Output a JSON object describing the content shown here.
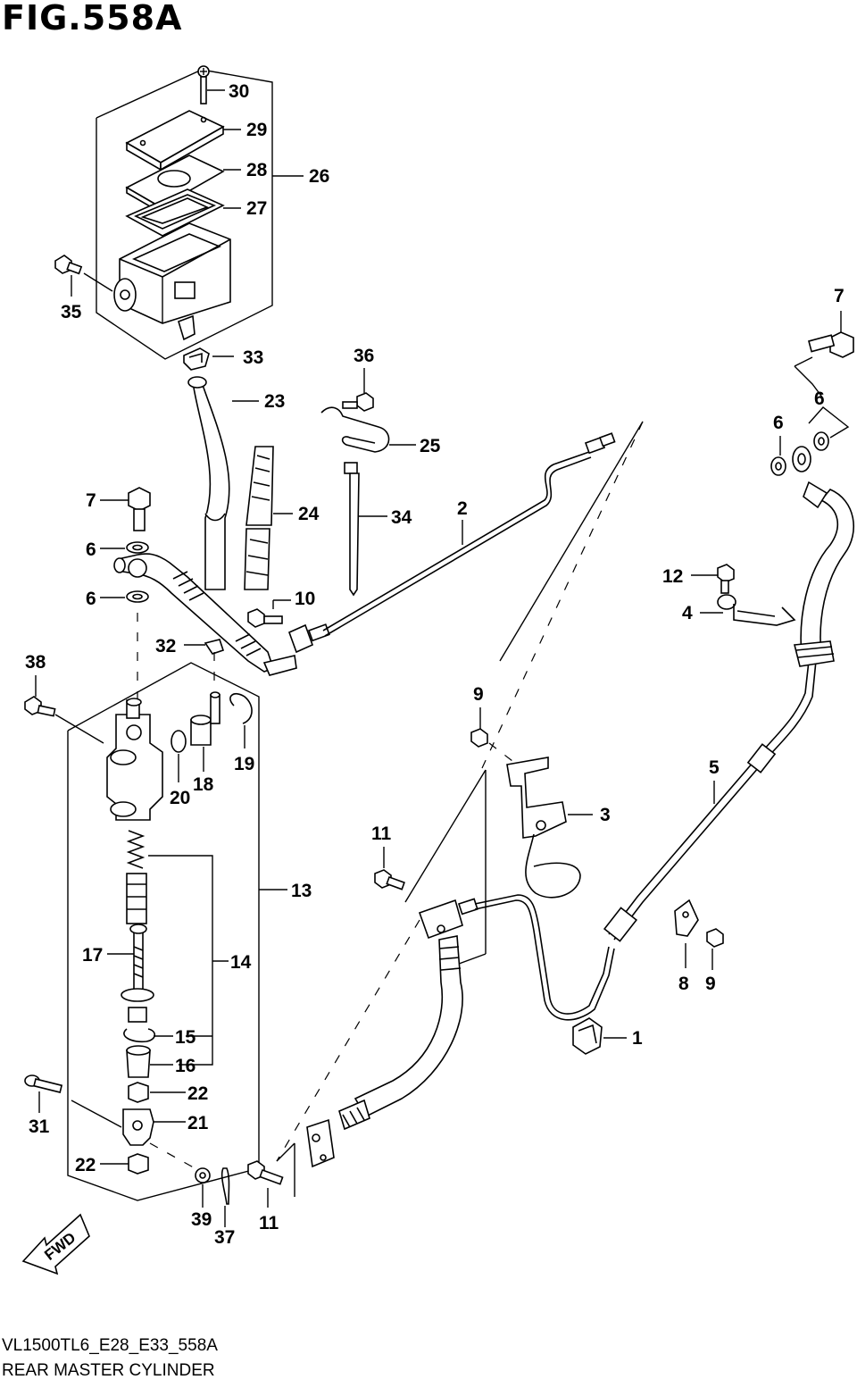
{
  "figure": {
    "title": "FIG.558A",
    "code": "VL1500TL6_E28_E33_558A",
    "name": "REAR MASTER CYLINDER",
    "fwd_label": "FWD"
  },
  "callouts": [
    {
      "id": "c30",
      "num": "30"
    },
    {
      "id": "c29",
      "num": "29"
    },
    {
      "id": "c28",
      "num": "28"
    },
    {
      "id": "c27",
      "num": "27"
    },
    {
      "id": "c26",
      "num": "26"
    },
    {
      "id": "c35",
      "num": "35"
    },
    {
      "id": "c33",
      "num": "33"
    },
    {
      "id": "c23",
      "num": "23"
    },
    {
      "id": "c36",
      "num": "36"
    },
    {
      "id": "c25",
      "num": "25"
    },
    {
      "id": "c24",
      "num": "24"
    },
    {
      "id": "c34",
      "num": "34"
    },
    {
      "id": "c2",
      "num": "2"
    },
    {
      "id": "c7a",
      "num": "7"
    },
    {
      "id": "c6a",
      "num": "6"
    },
    {
      "id": "c6b",
      "num": "6"
    },
    {
      "id": "c10",
      "num": "10"
    },
    {
      "id": "c32",
      "num": "32"
    },
    {
      "id": "c38",
      "num": "38"
    },
    {
      "id": "c19",
      "num": "19"
    },
    {
      "id": "c18",
      "num": "18"
    },
    {
      "id": "c20",
      "num": "20"
    },
    {
      "id": "c13",
      "num": "13"
    },
    {
      "id": "c14",
      "num": "14"
    },
    {
      "id": "c17",
      "num": "17"
    },
    {
      "id": "c15",
      "num": "15"
    },
    {
      "id": "c16",
      "num": "16"
    },
    {
      "id": "c22a",
      "num": "22"
    },
    {
      "id": "c21",
      "num": "21"
    },
    {
      "id": "c22b",
      "num": "22"
    },
    {
      "id": "c31",
      "num": "31"
    },
    {
      "id": "c39",
      "num": "39"
    },
    {
      "id": "c37",
      "num": "37"
    },
    {
      "id": "c11a",
      "num": "11"
    },
    {
      "id": "c11b",
      "num": "11"
    },
    {
      "id": "c9a",
      "num": "9"
    },
    {
      "id": "c3",
      "num": "3"
    },
    {
      "id": "c1",
      "num": "1"
    },
    {
      "id": "c5",
      "num": "5"
    },
    {
      "id": "c8",
      "num": "8"
    },
    {
      "id": "c9b",
      "num": "9"
    },
    {
      "id": "c12",
      "num": "12"
    },
    {
      "id": "c4",
      "num": "4"
    },
    {
      "id": "c7b",
      "num": "7"
    },
    {
      "id": "c6c",
      "num": "6"
    },
    {
      "id": "c6d",
      "num": "6"
    }
  ]
}
